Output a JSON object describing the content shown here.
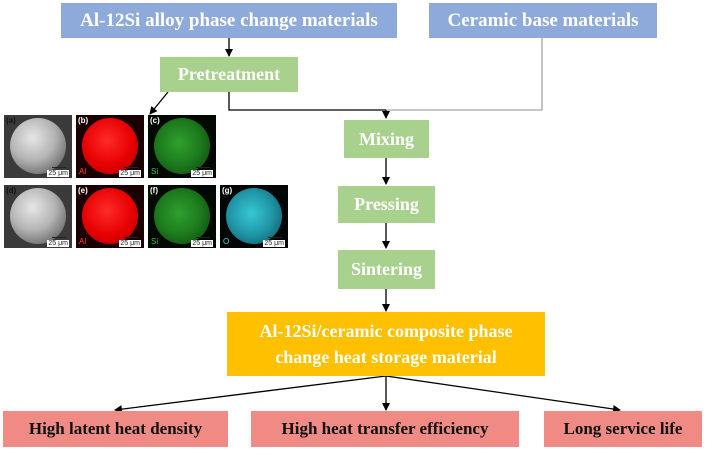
{
  "boxes": {
    "alloy": "Al-12Si alloy phase change materials",
    "ceramic": "Ceramic base materials",
    "pretreatment": "Pretreatment",
    "mixing": "Mixing",
    "pressing": "Pressing",
    "sintering": "Sintering",
    "composite_line1": "Al-12Si/ceramic composite phase",
    "composite_line2": "change heat storage material"
  },
  "outcomes": [
    "High latent heat density",
    "High heat transfer efficiency",
    "Long service life"
  ],
  "micrographs": [
    {
      "label": "(a)",
      "element": "",
      "scale": "25 μm",
      "kind": "sem"
    },
    {
      "label": "(b)",
      "element": "Al",
      "scale": "25 μm",
      "kind": "al"
    },
    {
      "label": "(c)",
      "element": "Si",
      "scale": "25 μm",
      "kind": "si"
    },
    {
      "label": "(d)",
      "element": "",
      "scale": "25 μm",
      "kind": "sem"
    },
    {
      "label": "(e)",
      "element": "Al",
      "scale": "25 μm",
      "kind": "al"
    },
    {
      "label": "(f)",
      "element": "Si",
      "scale": "25 μm",
      "kind": "si"
    },
    {
      "label": "(g)",
      "element": "O",
      "scale": "25 μm",
      "kind": "o"
    }
  ],
  "colors": {
    "top_boxes": "#8eaadb",
    "process_boxes": "#a9d18e",
    "composite_box": "#ffc000",
    "outcome_boxes": "#ef8a84"
  }
}
